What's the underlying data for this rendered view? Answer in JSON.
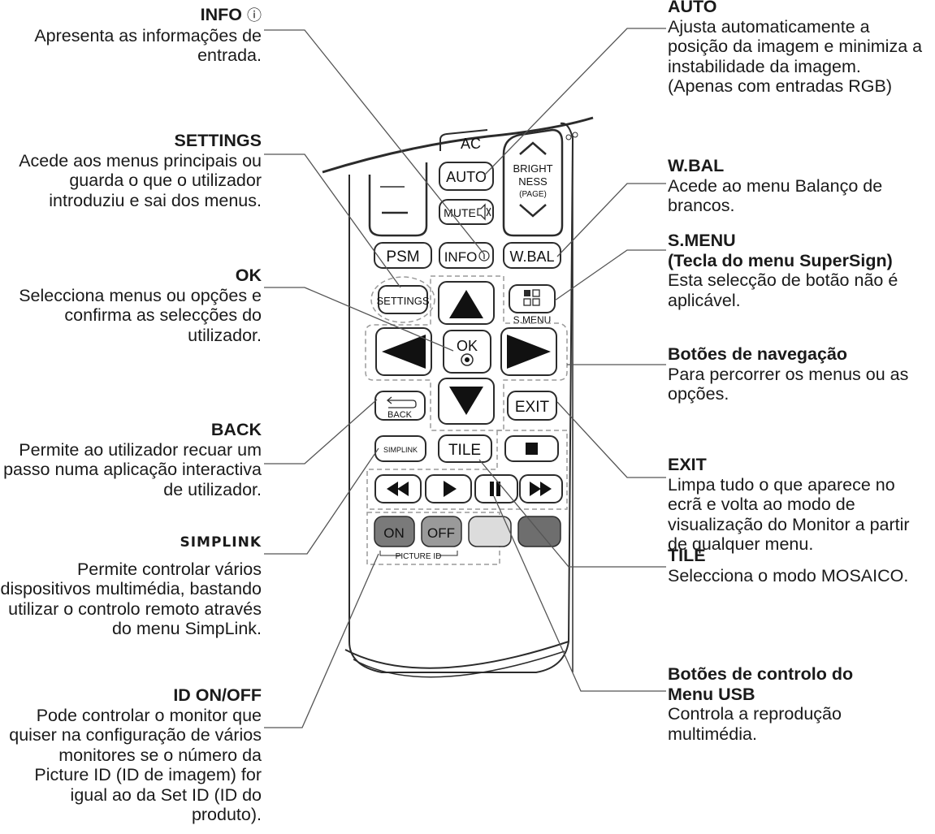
{
  "callouts": {
    "info": {
      "title": "INFO",
      "icon": "ⓘ",
      "desc": "Apresenta as informações de entrada."
    },
    "settings": {
      "title": "SETTINGS",
      "desc": "Acede aos menus principais ou guarda o que o utilizador introduziu e sai dos menus."
    },
    "ok": {
      "title": "OK",
      "desc": "Selecciona menus ou opções e confirma as selecções do utilizador."
    },
    "back": {
      "title": "BACK",
      "desc": "Permite ao utilizador recuar um passo numa aplicação interactiva de utilizador."
    },
    "simplink": {
      "logo": "SIMPLINK",
      "desc": "Permite controlar vários dispositivos multimédia, bastando utilizar o controlo remoto através do menu SimpLink."
    },
    "id_onoff": {
      "title": "ID ON/OFF",
      "desc": "Pode controlar o monitor que quiser na configuração de vários monitores se o número da Picture ID (ID de imagem) for igual ao da Set ID (ID do produto)."
    },
    "auto": {
      "title": "AUTO",
      "desc": "Ajusta automaticamente a posição da imagem e minimiza a instabilidade da imagem. (Apenas com entradas RGB)"
    },
    "wbal": {
      "title": "W.BAL",
      "desc": "Acede ao menu Balanço de brancos."
    },
    "smenu": {
      "title": "S.MENU",
      "subtitle": "(Tecla do menu SuperSign)",
      "desc": "Esta selecção de botão não é aplicável."
    },
    "nav": {
      "title": "Botões de navegação",
      "desc": "Para percorrer os menus ou as opções."
    },
    "exit": {
      "title": "EXIT",
      "desc": "Limpa tudo o que aparece no ecrã e volta ao modo de visualização do Monitor a partir de qualquer menu."
    },
    "tile": {
      "title": "TILE",
      "desc": "Selecciona o modo MOSAICO."
    },
    "usb": {
      "title": "Botões de controlo do Menu USB",
      "desc": "Controla a reprodução multimédia."
    }
  },
  "remote": {
    "buttons": {
      "auto": "AUTO",
      "mute": "MUTE",
      "bright_1": "BRIGHT",
      "bright_2": "NESS",
      "bright_3": "(PAGE)",
      "psm": "PSM",
      "info": "INFO",
      "wbal": "W.BAL",
      "settings": "SETTINGS",
      "smenu": "S.MENU",
      "ok": "OK",
      "back": "BACK",
      "simplink": "SIMPLINK",
      "tile": "TILE",
      "exit": "EXIT",
      "on": "ON",
      "off": "OFF",
      "picture_id": "PICTURE ID",
      "partial_top": "AC"
    }
  },
  "colors": {
    "line": "#555555",
    "button_border": "#2b2b2b",
    "dashed": "#9a9a9a",
    "on_off_fill": "#7a7a7a",
    "light_key": "#dcdcdc",
    "dark_key": "#6e6e6e"
  }
}
